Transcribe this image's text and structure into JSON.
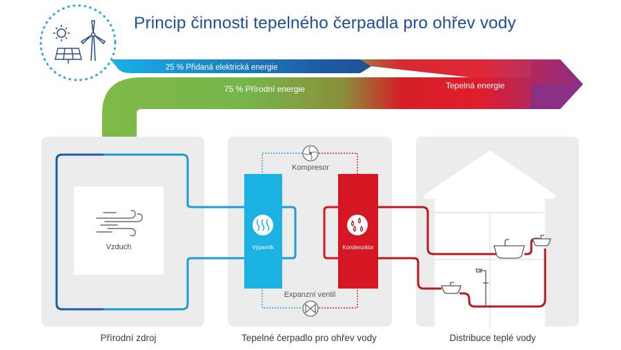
{
  "title": "Princip činnosti tepelného čerpadla pro ohřev vody",
  "energy_flow": {
    "electric": "25 % Přidaná elektrická energie",
    "natural": "75 % Přírodní energie",
    "heat": "Tepelná energie"
  },
  "panels": {
    "source": {
      "caption": "Přírodní zdroj",
      "box_label": "Vzduch"
    },
    "pump": {
      "caption": "Tepelné čerpadlo pro ohřev vody",
      "compressor": "Kompresor",
      "evaporator": "Výparník",
      "condenser": "Kondenzátor",
      "expansion_valve": "Expanzní ventil"
    },
    "distribution": {
      "caption": "Distribuce teplé vody"
    }
  },
  "colors": {
    "title": "#1f4e96",
    "electric_dark": "#1a4f8c",
    "electric_light": "#21b4e4",
    "natural_green": "#7fba48",
    "heat_red": "#e01d2c",
    "heat_purple": "#8a2f85",
    "cold_line": "#1d9bd7",
    "cold_line_dark": "#1661a6",
    "evaporator": "#1bb1e2",
    "condenser": "#d61622",
    "hot_line": "#b31b23",
    "panel": "#ececec"
  },
  "icons": [
    "sun-icon",
    "wind-turbine-icon",
    "solar-panel-icon",
    "wind-icon",
    "heat-waves-icon",
    "water-drops-icon",
    "fan-icon",
    "valve-icon",
    "bathtub-icon",
    "sink-icon",
    "shower-icon"
  ]
}
